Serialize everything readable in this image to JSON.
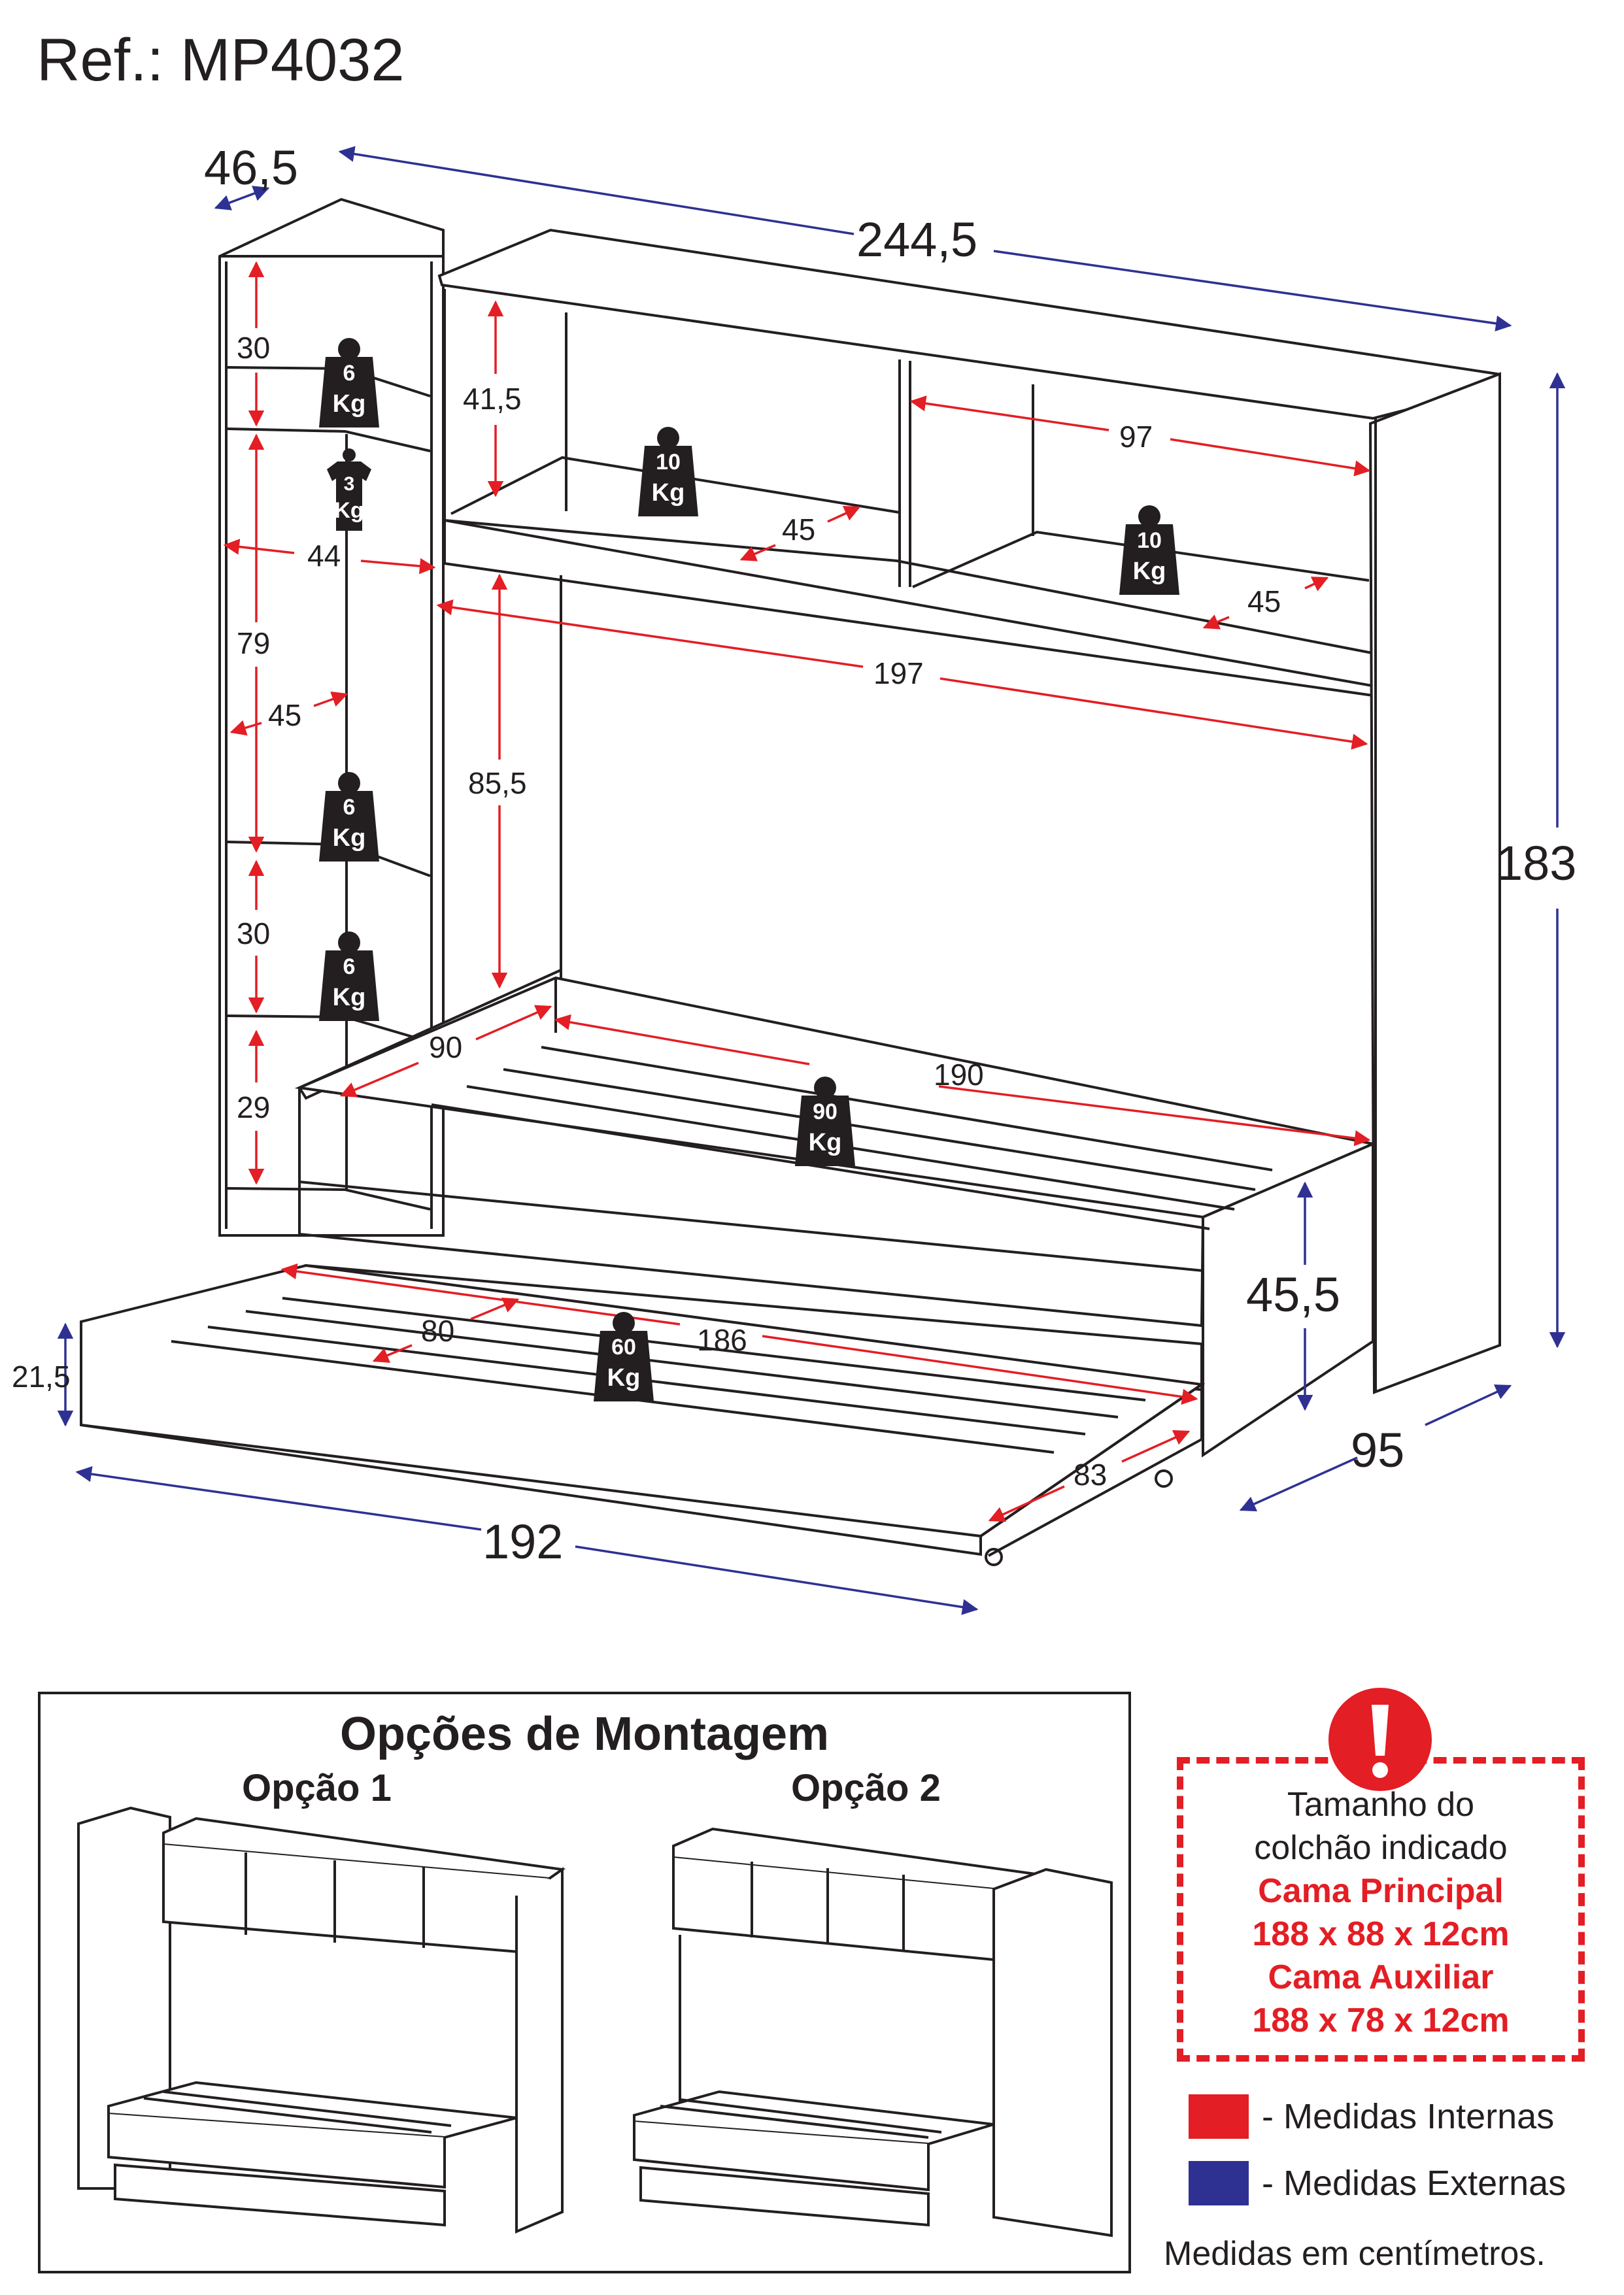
{
  "reference": "Ref.: MP4032",
  "external_dimensions": {
    "depth_top": "46,5",
    "width_total": "244,5",
    "height_total": "183",
    "bed_height": "45,5",
    "depth_total": "95",
    "trundle_width": "192",
    "trundle_height": "21,5"
  },
  "internal_dimensions": {
    "left_top_niche": "30",
    "hanging_height": "79",
    "left_width": "44",
    "left_depth": "45",
    "left_mid_niche": "30",
    "left_low_niche": "29",
    "top_niche_height": "41,5",
    "top_niche_depth_1": "45",
    "top_niche_width": "97",
    "top_niche_depth_2": "45",
    "bed_clear_height": "85,5",
    "bed_clear_width": "197",
    "bed_width": "90",
    "bed_length": "190",
    "trundle_inner_width": "80",
    "trundle_length": "186",
    "trundle_depth": "83"
  },
  "weight_tags": [
    {
      "value": "6",
      "unit": "Kg"
    },
    {
      "value": "3",
      "unit": "Kg"
    },
    {
      "value": "10",
      "unit": "Kg"
    },
    {
      "value": "10",
      "unit": "Kg"
    },
    {
      "value": "6",
      "unit": "Kg"
    },
    {
      "value": "6",
      "unit": "Kg"
    },
    {
      "value": "90",
      "unit": "Kg"
    },
    {
      "value": "60",
      "unit": "Kg"
    }
  ],
  "options": {
    "title": "Opções de Montagem",
    "option1": "Opção 1",
    "option2": "Opção 2"
  },
  "notice": {
    "line1": "Tamanho do",
    "line2": "colchão indicado",
    "main_label": "Cama Principal",
    "main_size": "188 x 88 x 12cm",
    "aux_label": "Cama Auxiliar",
    "aux_size": "188 x 78 x 12cm"
  },
  "legend": {
    "internal": "- Medidas Internas",
    "external": "- Medidas Externas",
    "internal_color": "#e31e24",
    "external_color": "#2e3192"
  },
  "units_note": "Medidas em centímetros."
}
